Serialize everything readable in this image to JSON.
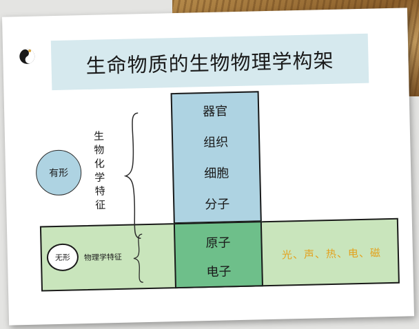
{
  "title": "生命物质的生物物理学构架",
  "tangible": {
    "label": "有形",
    "group_label": "生物化学特征",
    "levels": [
      "器官",
      "组织",
      "细胞",
      "分子"
    ]
  },
  "intangible": {
    "label": "无形",
    "group_label": "物理学特征",
    "levels": [
      "原子",
      "电子"
    ],
    "energies": "光、声、热、电、磁"
  },
  "colors": {
    "title_bg": "#d6e9ee",
    "tangible_fill": "#aed3e2",
    "intangible_band_fill": "#c9e5bc",
    "intangible_core_fill": "#6ebf8a",
    "energy_text": "#e3a21e"
  }
}
